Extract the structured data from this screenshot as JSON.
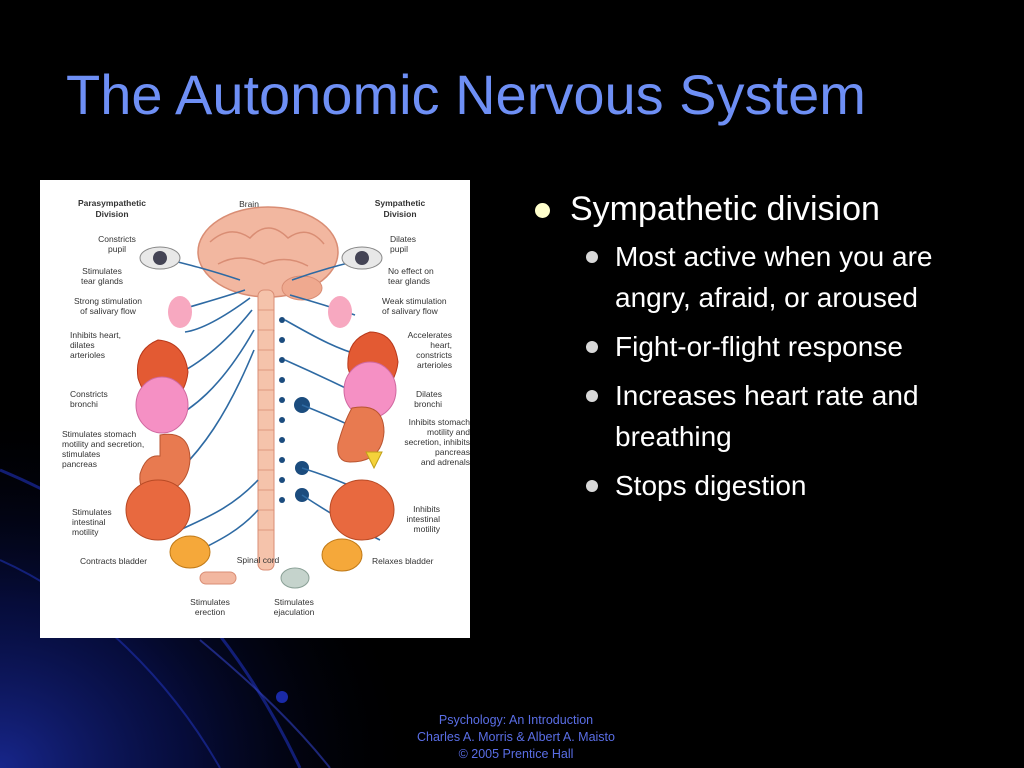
{
  "slide": {
    "title": "The Autonomic Nervous System",
    "bullets": {
      "main": "Sympathetic division",
      "sub": [
        "Most active when you are angry, afraid, or aroused",
        "Fight-or-flight response",
        "Increases heart rate and breathing",
        "Stops digestion"
      ]
    },
    "footer": {
      "line1": "Psychology: An Introduction",
      "line2": "Charles A. Morris & Albert A. Maisto",
      "line3": "© 2005 Prentice Hall"
    }
  },
  "diagram": {
    "headers": {
      "left": [
        "Parasympathetic",
        "Division"
      ],
      "center": "Brain",
      "right": [
        "Sympathetic",
        "Division"
      ]
    },
    "left_labels": [
      [
        "Constricts",
        "pupil"
      ],
      [
        "Stimulates",
        "tear glands"
      ],
      [
        "Strong stimulation",
        "of salivary flow"
      ],
      [
        "Inhibits heart,",
        "dilates",
        "arterioles"
      ],
      [
        "Constricts",
        "bronchi"
      ],
      [
        "Stimulates stomach",
        "motility and secretion,",
        "stimulates",
        "pancreas"
      ],
      [
        "Stimulates",
        "intestinal",
        "motility"
      ],
      [
        "Contracts bladder"
      ]
    ],
    "right_labels": [
      [
        "Dilates",
        "pupil"
      ],
      [
        "No effect on",
        "tear glands"
      ],
      [
        "Weak stimulation",
        "of salivary flow"
      ],
      [
        "Accelerates",
        "heart,",
        "constricts",
        "arterioles"
      ],
      [
        "Dilates",
        "bronchi"
      ],
      [
        "Inhibits stomach",
        "motility and",
        "secretion, inhibits",
        "pancreas",
        "and adrenals"
      ],
      [
        "Inhibits",
        "intestinal",
        "motility"
      ],
      [
        "Relaxes bladder"
      ]
    ],
    "bottom_labels": {
      "spinal": "Spinal cord",
      "left": [
        "Stimulates",
        "erection"
      ],
      "right": [
        "Stimulates",
        "ejaculation"
      ]
    }
  }
}
